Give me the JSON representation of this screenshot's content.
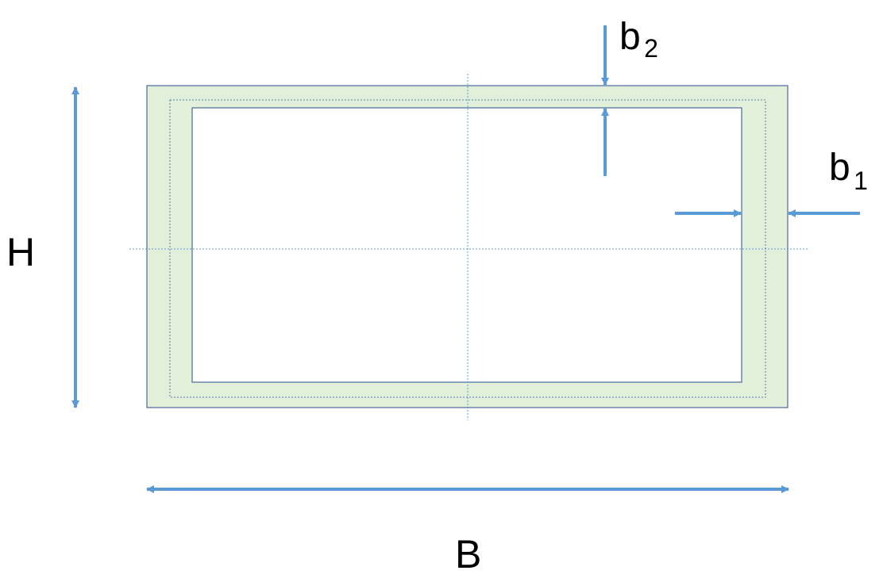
{
  "labels": {
    "height": "H",
    "width": "B",
    "wall_top": {
      "base": "b",
      "sub": "2"
    },
    "wall_side": {
      "base": "b",
      "sub": "1"
    }
  },
  "colors": {
    "wall_fill": "#e2efda",
    "outline": "#4a6a9a",
    "arrow": "#5b9bd5",
    "axis": "#5b9bd5",
    "centerline": "#5b7fb0"
  }
}
